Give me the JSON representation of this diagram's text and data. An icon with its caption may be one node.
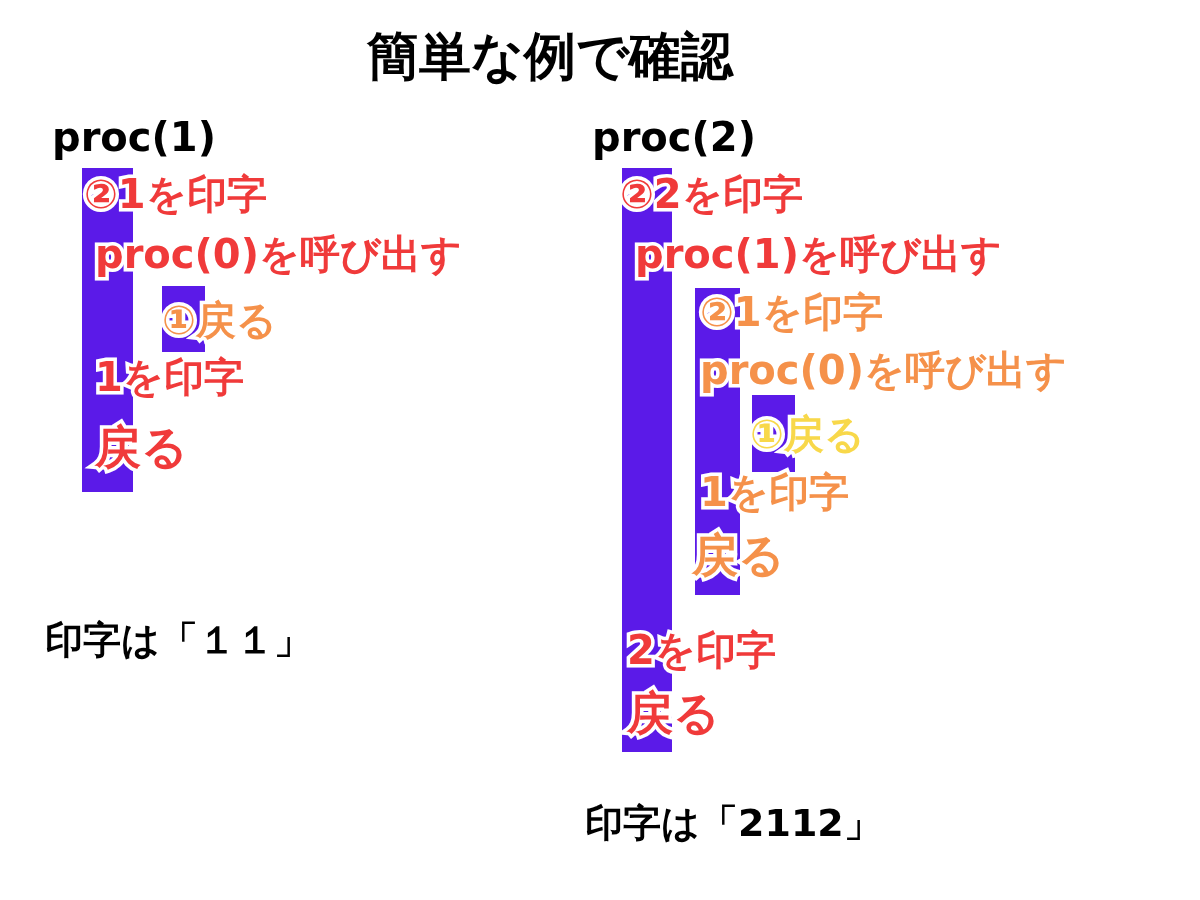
{
  "diagram": {
    "title": "簡単な例で確認",
    "labels": [
      "proc(1)",
      "②1を印字",
      "proc(0)を呼び出す",
      "①戻る",
      "1を印字",
      "戻る",
      "印字は「１１」",
      "proc(2)",
      "②2を印字",
      "proc(1)を呼び出す",
      "②1を印字",
      "proc(0)を呼び出す",
      "①戻る",
      "1を印字",
      "戻る",
      "2を印字",
      "戻る",
      "印字は「2112」"
    ]
  }
}
